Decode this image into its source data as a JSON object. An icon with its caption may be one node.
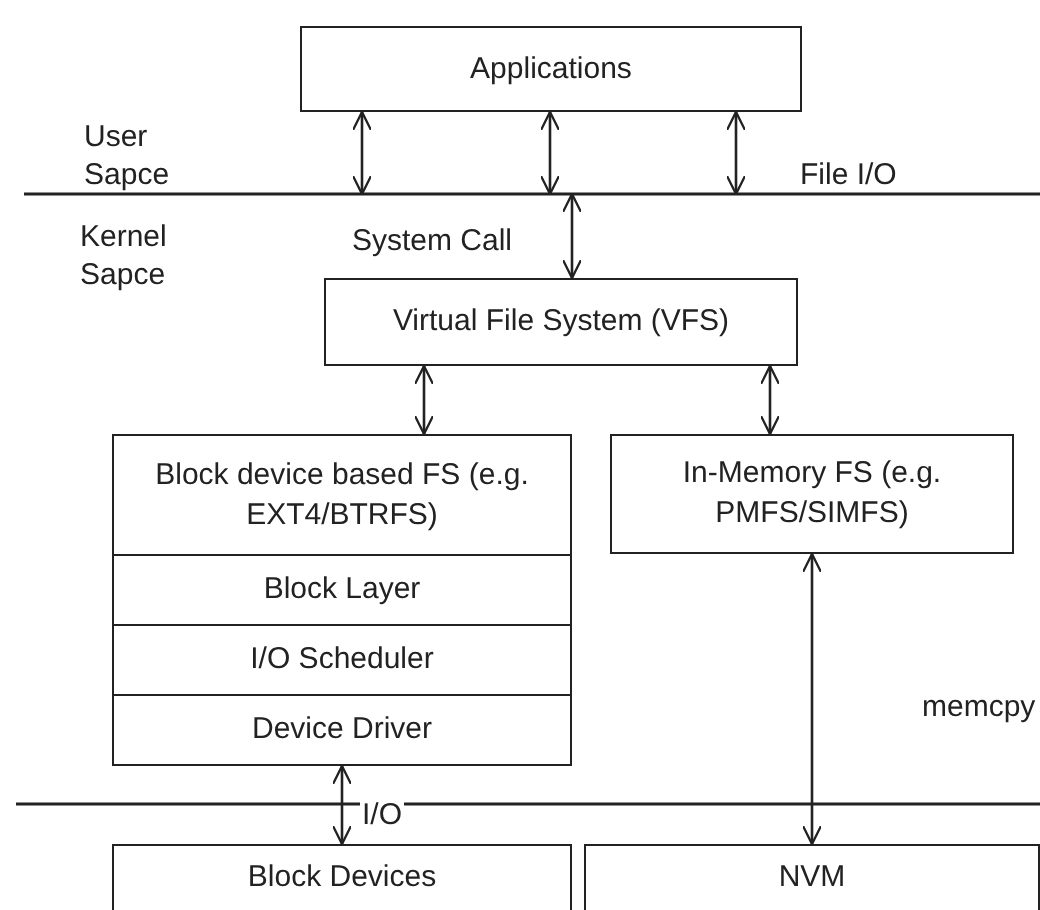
{
  "diagram": {
    "nodes": [
      {
        "text": [
          "Applications"
        ]
      },
      {
        "text": [
          "Virtual File System (VFS)"
        ]
      },
      {
        "text": [
          "Block device based FS (e.g. EXT4/BTRFS)"
        ]
      },
      {
        "text": [
          "Block Layer"
        ]
      },
      {
        "text": [
          "I/O Scheduler"
        ]
      },
      {
        "text": [
          "Device Driver"
        ]
      },
      {
        "text": [
          "In-Memory FS (e.g. PMFS/SIMFS)"
        ]
      },
      {
        "text": [
          "Block Devices"
        ]
      },
      {
        "text": [
          "NVM"
        ]
      }
    ],
    "edges": [
      {
        "from": 0,
        "to": null,
        "arrow": "both"
      },
      {
        "from": 0,
        "to": null,
        "arrow": "both"
      },
      {
        "from": 0,
        "to": null,
        "arrow": "both"
      },
      {
        "from": null,
        "to": 1,
        "arrow": "both",
        "label": "System Call"
      },
      {
        "from": 1,
        "to": 2,
        "arrow": "both"
      },
      {
        "from": 1,
        "to": 6,
        "arrow": "both"
      },
      {
        "from": 5,
        "to": 7,
        "arrow": "both",
        "label": "I/O"
      },
      {
        "from": 6,
        "to": 8,
        "arrow": "both",
        "label": "memcpy"
      }
    ],
    "labels": [
      "User Sapce",
      "File I/O",
      "Kernel Sapce"
    ]
  }
}
